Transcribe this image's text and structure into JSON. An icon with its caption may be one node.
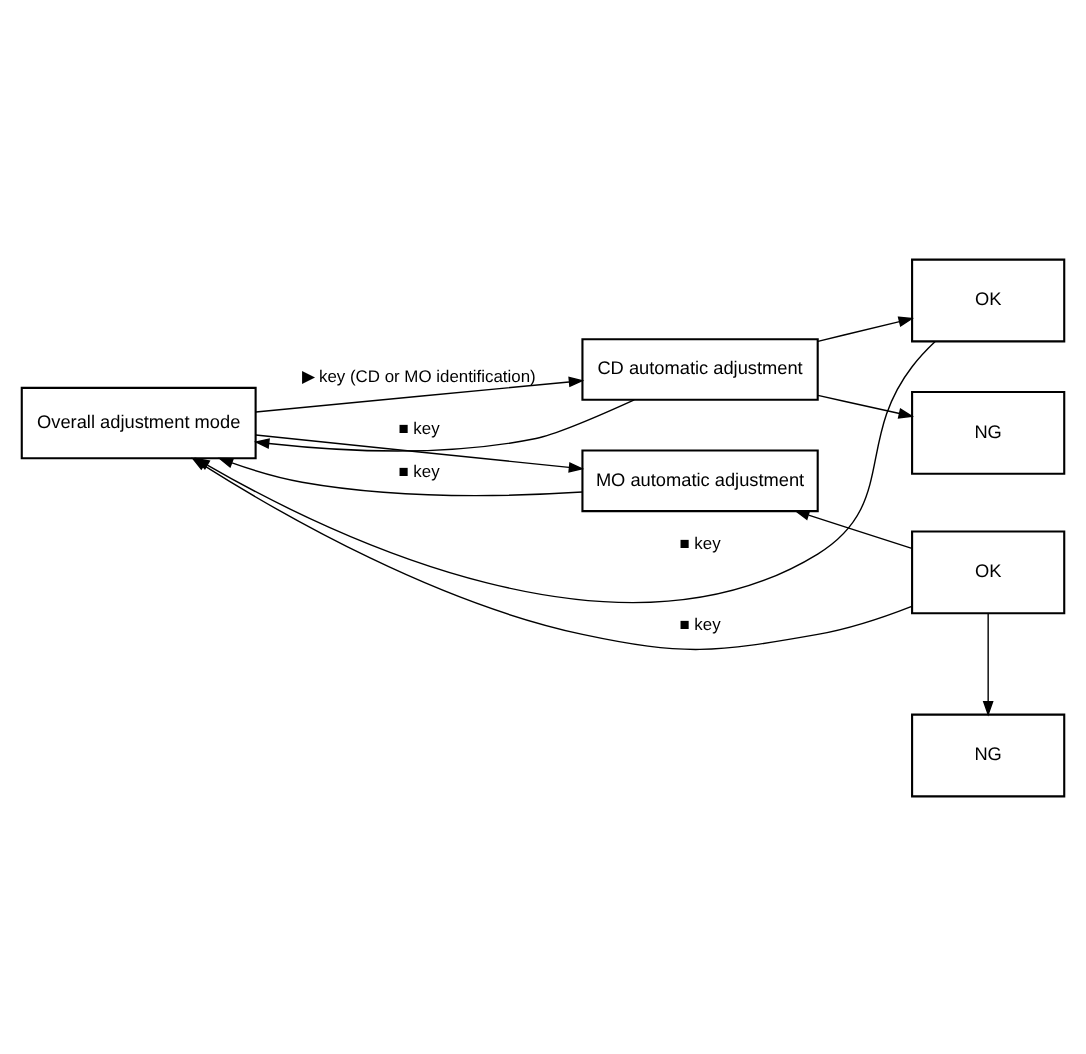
{
  "diagram": {
    "nodes": [
      {
        "text": [
          "Overall adjustment mode"
        ]
      },
      {
        "text": [
          "CD automatic adjustment"
        ]
      },
      {
        "text": [
          "OK"
        ]
      },
      {
        "text": [
          "NG"
        ]
      },
      {
        "text": [
          "MO automatic adjustment"
        ]
      },
      {
        "text": [
          "OK"
        ]
      },
      {
        "text": [
          "NG"
        ]
      }
    ],
    "edges": [
      {
        "from": 0,
        "to": 1,
        "arrow": "to",
        "label": "▶ key (CD or MO identification)"
      },
      {
        "from": 0,
        "to": 4,
        "arrow": "to"
      },
      {
        "from": 1,
        "to": 2,
        "arrow": "to"
      },
      {
        "from": 1,
        "to": 3,
        "arrow": "to"
      },
      {
        "from": 1,
        "to": 0,
        "arrow": "to",
        "label": "■ key"
      },
      {
        "from": 2,
        "to": 0,
        "arrow": "to",
        "label": "■ key"
      },
      {
        "from": 5,
        "to": 4,
        "arrow": "to"
      },
      {
        "from": 5,
        "to": 6,
        "arrow": "to"
      },
      {
        "from": 4,
        "to": 0,
        "arrow": "to",
        "label": "■ key"
      },
      {
        "from": 5,
        "to": 0,
        "arrow": "to",
        "label": "■ key"
      }
    ]
  }
}
